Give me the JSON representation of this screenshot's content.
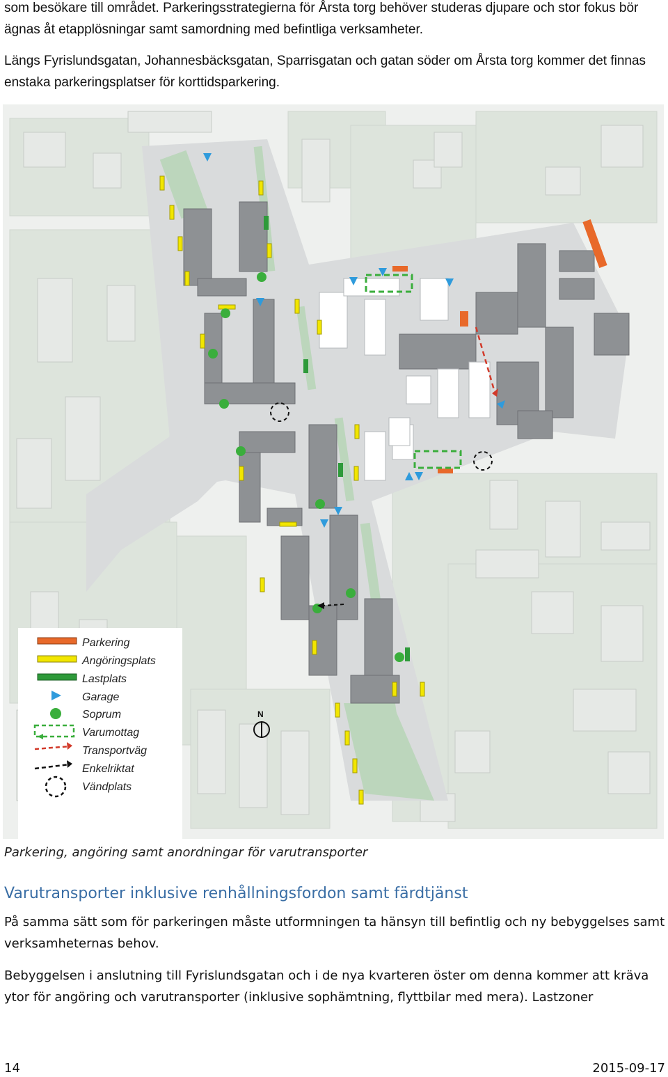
{
  "paragraphs_top": [
    "som besökare till området. Parkeringsstrategierna för Årsta torg behöver studeras djupare och stor fokus bör ägnas åt etapplösningar samt samordning med befintliga verksamheter.",
    "Längs Fyrislundsgatan, Johannesbäcksgatan, Sparrisgatan och gatan söder om Årsta torg kommer det finnas enstaka parkeringsplatser för korttidsparkering."
  ],
  "map": {
    "north_label": "N",
    "legend": [
      {
        "label": "Parkering",
        "icon": "orange-bar-icon",
        "color": "#e8692a"
      },
      {
        "label": "Angöringsplats",
        "icon": "yellow-bar-icon",
        "color": "#f2e600"
      },
      {
        "label": "Lastplats",
        "icon": "green-bar-icon",
        "color": "#2e9a3a"
      },
      {
        "label": "Garage",
        "icon": "blue-triangle-icon",
        "color": "#2f9bdc"
      },
      {
        "label": "Soprum",
        "icon": "green-dot-icon",
        "color": "#3aae3c"
      },
      {
        "label": "Varumottag",
        "icon": "green-dashed-box-icon",
        "color": "#3aae3c"
      },
      {
        "label": "Transportväg",
        "icon": "red-dashed-arrow-icon",
        "color": "#d23a2a"
      },
      {
        "label": "Enkelriktat",
        "icon": "black-dashed-arrow-icon",
        "color": "#111111"
      },
      {
        "label": "Vändplats",
        "icon": "turning-circle-icon",
        "color": "#111111"
      }
    ]
  },
  "caption": "Parkering, angöring samt anordningar för varutransporter",
  "section_heading": "Varutransporter inklusive renhållningsfordon samt färdtjänst",
  "paragraphs_bottom": [
    "På samma sätt som för parkeringen måste utformningen ta hänsyn till befintlig och ny bebyggelses samt verksamheternas behov.",
    "Bebyggelsen i anslutning till Fyrislundsgatan och i de nya kvarteren öster om denna kommer att kräva ytor för angöring och varutransporter (inklusive sophämtning, flyttbilar med mera). Lastzoner"
  ],
  "footer": {
    "page_number": "14",
    "date": "2015-09-17"
  }
}
